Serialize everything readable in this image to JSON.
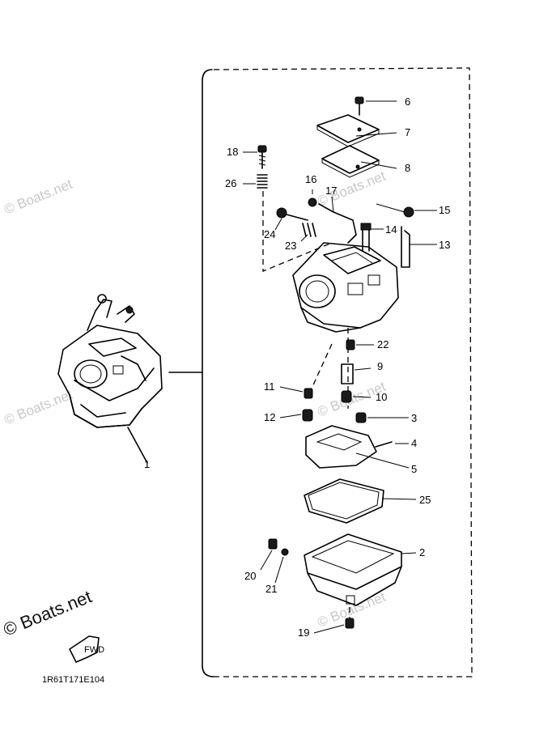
{
  "diagram": {
    "callouts": [
      "1",
      "2",
      "3",
      "4",
      "5",
      "6",
      "7",
      "8",
      "9",
      "10",
      "11",
      "12",
      "13",
      "14",
      "15",
      "16",
      "17",
      "18",
      "19",
      "20",
      "21",
      "22",
      "23",
      "24",
      "25",
      "26"
    ],
    "part_code": "1R61T171E104",
    "watermark": "© Boats.net",
    "fwd_label": "FWD"
  }
}
